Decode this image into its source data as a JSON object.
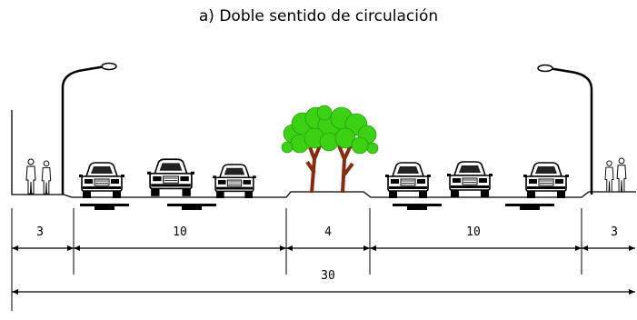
{
  "title": "a) Doble sentido de circulación",
  "dimensions": {
    "sidewalk_left": "3",
    "carriageway_left": "10",
    "median": "4",
    "carriageway_right": "10",
    "sidewalk_right": "3",
    "total": "30"
  }
}
